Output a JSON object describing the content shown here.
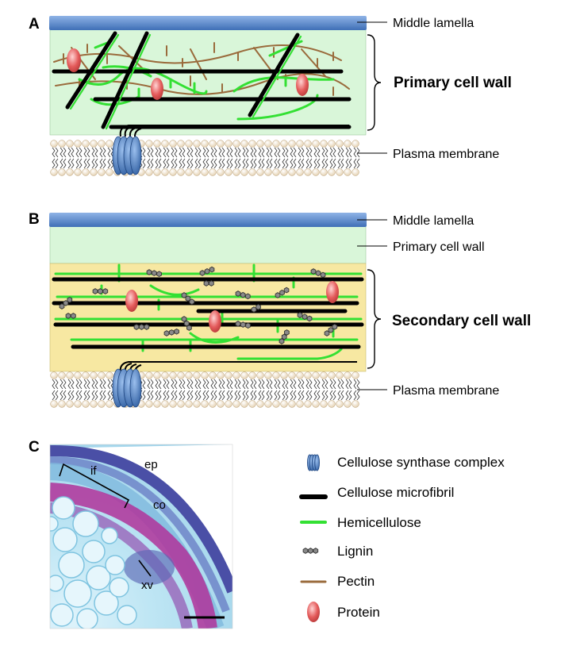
{
  "colors": {
    "lamella": "#5f8fd0",
    "primary_wall": "#d9f6d9",
    "secondary_wall": "#f7e8a2",
    "cellulose": "#000000",
    "hemicellulose": "#33e033",
    "pectin": "#9a6b3c",
    "lignin": "#777777",
    "protein": "#e45b5b",
    "csc": "#4a78b8",
    "membrane_head": "#f4e6cf"
  },
  "panel_a": {
    "letter": "A",
    "labels": {
      "middle_lamella": "Middle lamella",
      "primary_wall": "Primary cell wall",
      "plasma_membrane": "Plasma membrane"
    }
  },
  "panel_b": {
    "letter": "B",
    "labels": {
      "middle_lamella": "Middle lamella",
      "primary_wall": "Primary cell wall",
      "secondary_wall": "Secondary cell wall",
      "plasma_membrane": "Plasma membrane"
    }
  },
  "panel_c": {
    "letter": "C",
    "micrograph_labels": {
      "ep": "ep",
      "if": "if",
      "co": "co",
      "xv": "xv"
    }
  },
  "legend": [
    {
      "key": "csc",
      "symbol": "csc-icon",
      "label": "Cellulose synthase complex"
    },
    {
      "key": "cellulose",
      "symbol": "cellulose-line-icon",
      "label": "Cellulose microfibril"
    },
    {
      "key": "hemicellulose",
      "symbol": "hemicellulose-line-icon",
      "label": "Hemicellulose"
    },
    {
      "key": "lignin",
      "symbol": "lignin-icon",
      "label": "Lignin"
    },
    {
      "key": "pectin",
      "symbol": "pectin-line-icon",
      "label": "Pectin"
    },
    {
      "key": "protein",
      "symbol": "protein-icon",
      "label": "Protein"
    }
  ]
}
